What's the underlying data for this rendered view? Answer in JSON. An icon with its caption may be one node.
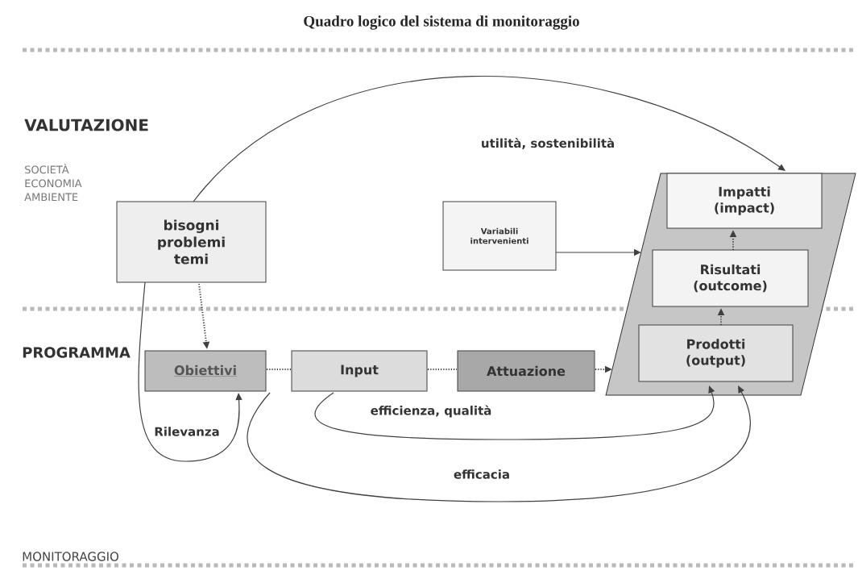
{
  "diagram": {
    "title": "Quadro logico del sistema di monitoraggio",
    "nodes": [
      {
        "text": [
          "bisogni problemi temi"
        ]
      },
      {
        "text": [
          "Variabili intervenienti"
        ]
      },
      {
        "text": [],
        "shape": "parallelogram"
      },
      {
        "text": [
          "Impatti (impact)"
        ],
        "in": 2
      },
      {
        "text": [
          "Risultati (outcome)"
        ],
        "in": 2
      },
      {
        "text": [
          "Prodotti (output)"
        ],
        "in": 2
      },
      {
        "text": [
          "Obiettivi"
        ]
      },
      {
        "text": [
          "Input"
        ]
      },
      {
        "text": [
          "Attuazione"
        ]
      }
    ],
    "edges": [
      {
        "from": 0,
        "to": 2,
        "arrow": "to",
        "label": "utilità, sostenibilità"
      },
      {
        "from": 1,
        "to": 2,
        "arrow": "to"
      },
      {
        "from": 0,
        "to": 6,
        "arrow": "to",
        "style": "dashed"
      },
      {
        "from": 4,
        "to": 3,
        "arrow": "to",
        "style": "dashed"
      },
      {
        "from": 5,
        "to": 4,
        "arrow": "to",
        "style": "dashed"
      },
      {
        "from": 6,
        "to": 7,
        "arrow": "none",
        "style": "dashed"
      },
      {
        "from": 7,
        "to": 8,
        "arrow": "none",
        "style": "dashed"
      },
      {
        "from": 8,
        "to": 2,
        "arrow": "to",
        "style": "dashed"
      },
      {
        "from": 0,
        "to": 6,
        "arrow": "to",
        "label": "Rilevanza"
      },
      {
        "from": 7,
        "to": 2,
        "arrow": "to",
        "label": "efficienza, qualità"
      },
      {
        "from": 6,
        "to": 2,
        "arrow": "to",
        "label": "efficacia"
      }
    ],
    "labels": [
      "VALUTAZIONE",
      "SOCIETÀ ECONOMIA AMBIENTE",
      "PROGRAMMA",
      "MONITORAGGIO"
    ]
  }
}
